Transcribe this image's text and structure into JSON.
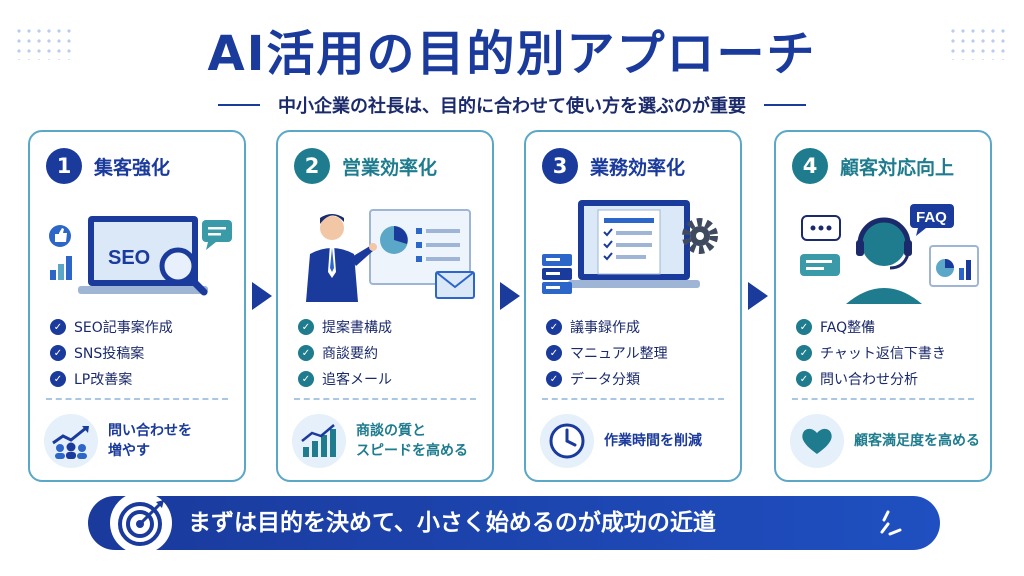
{
  "header": {
    "title": "AI活用の目的別アプローチ",
    "subtitle": "中小企業の社長は、目的に合わせて使い方を選ぶのが重要"
  },
  "cards": [
    {
      "number": "1",
      "title": "集客強化",
      "illustration_text": "SEO",
      "items": [
        "SEO記事案作成",
        "SNS投稿案",
        "LP改善案"
      ],
      "result": "問い合わせを\n増やす"
    },
    {
      "number": "2",
      "title": "営業効率化",
      "items": [
        "提案書構成",
        "商談要約",
        "追客メール"
      ],
      "result": "商談の質と\nスピードを高める"
    },
    {
      "number": "3",
      "title": "業務効率化",
      "items": [
        "議事録作成",
        "マニュアル整理",
        "データ分類"
      ],
      "result": "作業時間を削減"
    },
    {
      "number": "4",
      "title": "顧客対応向上",
      "illustration_text": "FAQ",
      "items": [
        "FAQ整備",
        "チャット返信下書き",
        "問い合わせ分析"
      ],
      "result": "顧客満足度を高める"
    }
  ],
  "banner": {
    "text": "まずは目的を決めて、小さく始めるのが成功の近道"
  },
  "colors": {
    "navy": "#1a3a9c",
    "teal": "#1e7c8e",
    "border": "#5aa7c8"
  },
  "icons": [
    "thumbs-up-icon",
    "chat-bubble-icon",
    "bar-chart-icon",
    "laptop-icon",
    "magnifier-icon",
    "businessman-icon",
    "presentation-board-icon",
    "envelope-icon",
    "document-checklist-icon",
    "gear-icon",
    "server-stack-icon",
    "headset-operator-icon",
    "growth-chart-icon",
    "people-icon",
    "clock-icon",
    "heart-icon",
    "target-arrow-icon",
    "check-icon"
  ]
}
